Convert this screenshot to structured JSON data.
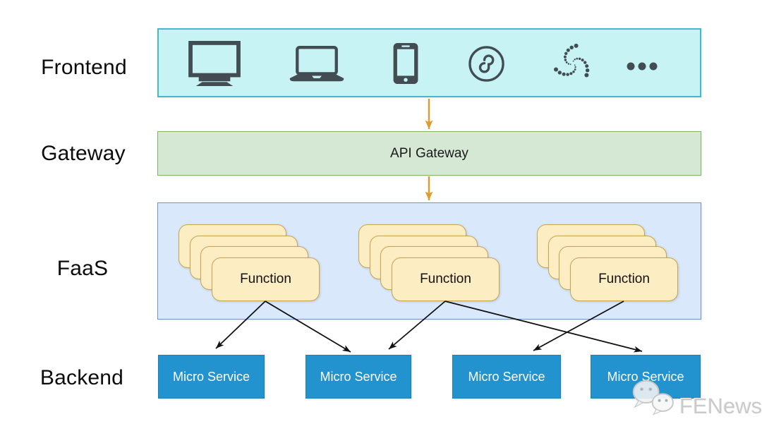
{
  "layers": {
    "frontend": {
      "label": "Frontend"
    },
    "gateway": {
      "label": "Gateway",
      "api_gateway_label": "API Gateway"
    },
    "faas": {
      "label": "FaaS",
      "function_stacks": [
        {
          "label": "Function",
          "cards_in_stack": 4
        },
        {
          "label": "Function",
          "cards_in_stack": 4
        },
        {
          "label": "Function",
          "cards_in_stack": 4
        }
      ]
    },
    "backend": {
      "label": "Backend",
      "services": [
        {
          "label": "Micro Service"
        },
        {
          "label": "Micro Service"
        },
        {
          "label": "Micro Service"
        },
        {
          "label": "Micro Service"
        }
      ]
    }
  },
  "frontend_icons": [
    {
      "name": "desktop-computer-icon"
    },
    {
      "name": "laptop-icon"
    },
    {
      "name": "smartphone-icon"
    },
    {
      "name": "wechat-miniprogram-icon"
    },
    {
      "name": "iota-icon"
    },
    {
      "name": "ellipsis-icon"
    }
  ],
  "connections": {
    "vertical_arrows": [
      {
        "from": "frontend-box",
        "to": "api-gateway-box"
      },
      {
        "from": "api-gateway-box",
        "to": "faas-box"
      }
    ],
    "function_to_service_arrows": [
      {
        "from_function": 1,
        "to_service": 1
      },
      {
        "from_function": 1,
        "to_service": 2
      },
      {
        "from_function": 2,
        "to_service": 2
      },
      {
        "from_function": 2,
        "to_service": 4
      },
      {
        "from_function": 3,
        "to_service": 3
      }
    ]
  },
  "watermark": {
    "text": "FENews",
    "icon": "wechat-icon"
  },
  "colors": {
    "frontend_fill": "#c7f3f4",
    "frontend_border": "#43bac6",
    "gateway_fill": "#d5e8d4",
    "gateway_border": "#82b366",
    "faas_fill": "#d9e8fb",
    "faas_border": "#7593bd",
    "function_fill": "#fcedc2",
    "function_border": "#c9a551",
    "microservice_fill": "#2293cf",
    "vertical_arrow": "#e09a2e",
    "black_arrow": "#111111",
    "device_icon": "#414d52",
    "watermark_gray": "#c9cacc"
  }
}
